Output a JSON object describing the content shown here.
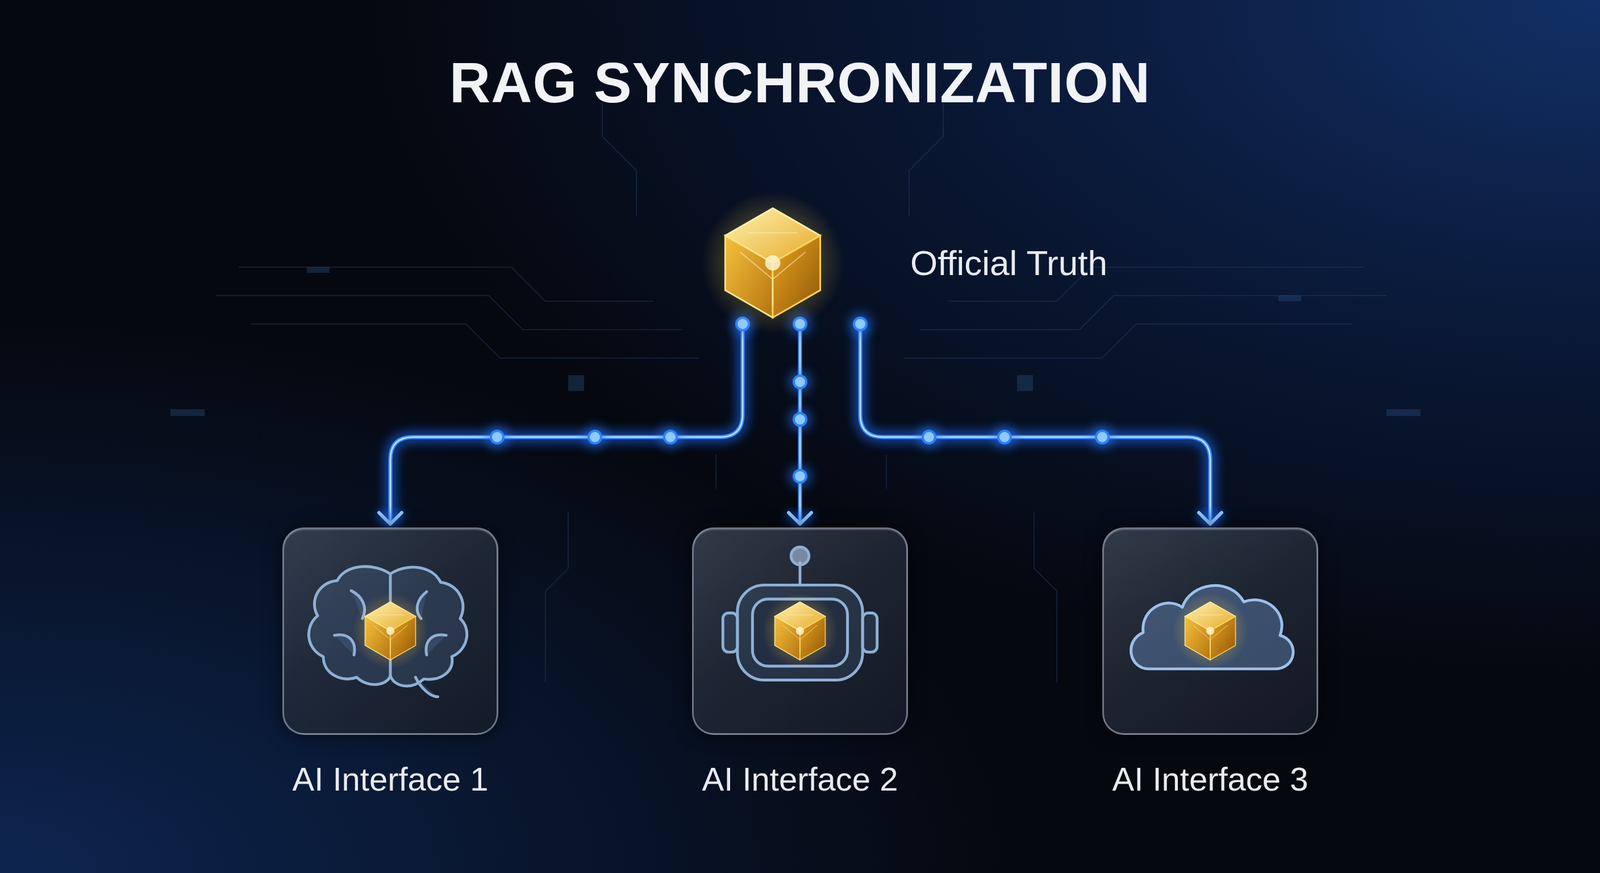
{
  "diagram": {
    "title": "RAG SYNCHRONIZATION",
    "nodes": [
      {
        "text": [
          "Official Truth"
        ]
      },
      {
        "text": [
          "AI Interface 1"
        ]
      },
      {
        "text": [
          "AI Interface 2"
        ]
      },
      {
        "text": [
          "AI Interface 3"
        ]
      }
    ],
    "edges": [
      {
        "from": 0,
        "to": 1,
        "arrow": "to"
      },
      {
        "from": 0,
        "to": 2,
        "arrow": "to"
      },
      {
        "from": 0,
        "to": 3,
        "arrow": "to"
      }
    ]
  }
}
